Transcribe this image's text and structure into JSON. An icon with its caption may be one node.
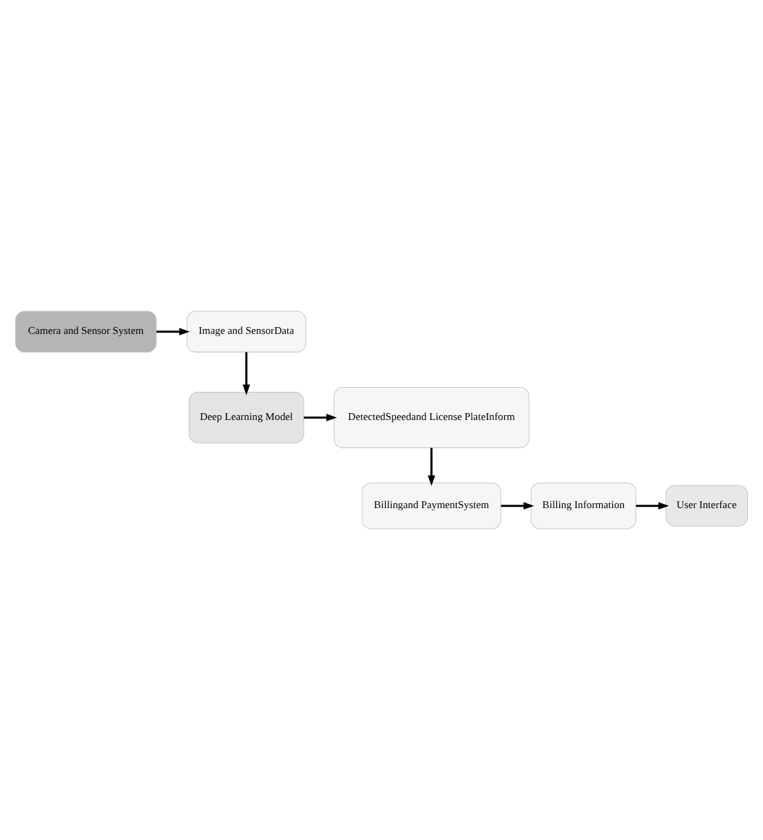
{
  "diagram": {
    "nodes": [
      {
        "text": [
          "Camera and Sensor System"
        ]
      },
      {
        "text": [
          "Image and SensorData"
        ]
      },
      {
        "text": [
          "Deep Learning Model"
        ]
      },
      {
        "text": [
          "DetectedSpeedand License PlateInform"
        ]
      },
      {
        "text": [
          "Billingand PaymentSystem"
        ]
      },
      {
        "text": [
          "Billing Information"
        ]
      },
      {
        "text": [
          "User Interface"
        ]
      }
    ],
    "edges": [
      {
        "from": 0,
        "to": 1,
        "arrow": "to"
      },
      {
        "from": 1,
        "to": 2,
        "arrow": "to"
      },
      {
        "from": 2,
        "to": 3,
        "arrow": "to"
      },
      {
        "from": 3,
        "to": 4,
        "arrow": "to"
      },
      {
        "from": 4,
        "to": 5,
        "arrow": "to"
      },
      {
        "from": 5,
        "to": 6,
        "arrow": "to"
      }
    ]
  }
}
